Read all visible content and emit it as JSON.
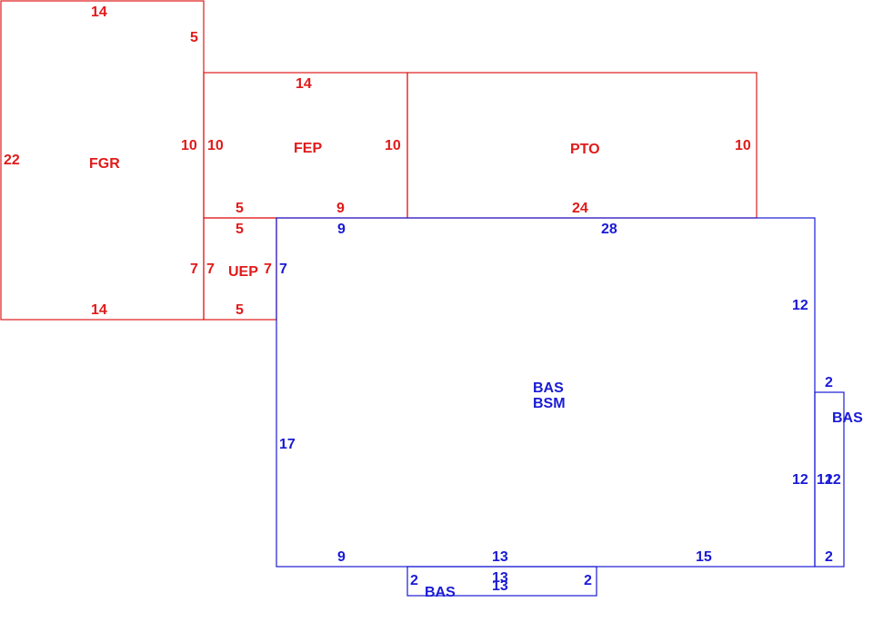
{
  "colors": {
    "red": "#e01a1a",
    "blue": "#1a1ad6"
  },
  "areas": {
    "fgr": {
      "label": "FGR",
      "dims": {
        "top": "14",
        "right_upper": "5",
        "right_mid": "10",
        "left": "22",
        "bottom": "14",
        "right_lower": "7"
      }
    },
    "fep": {
      "label": "FEP",
      "dims": {
        "top": "14",
        "left": "10",
        "right": "10",
        "bottom_left": "5",
        "bottom_right": "9"
      }
    },
    "pto": {
      "label": "PTO",
      "dims": {
        "right": "10",
        "bottom": "24"
      }
    },
    "uep": {
      "label": "UEP",
      "dims": {
        "top": "5",
        "left": "7",
        "right": "7",
        "bottom": "5"
      }
    },
    "bas_main": {
      "label": "BAS",
      "sublabel": "BSM",
      "dims": {
        "top_left": "9",
        "top": "28",
        "left_upper": "7",
        "left": "17",
        "right_upper": "12",
        "right_lower": "12",
        "bottom_left": "9",
        "bottom_mid": "13",
        "bottom_right": "15"
      }
    },
    "bas_right": {
      "label": "BAS",
      "dims": {
        "top": "2",
        "left": "12",
        "right": "12",
        "bottom": "2"
      }
    },
    "bas_bottom": {
      "label": "BAS",
      "dims": {
        "top": "13",
        "bottom": "13",
        "left": "2",
        "right": "2"
      }
    }
  }
}
